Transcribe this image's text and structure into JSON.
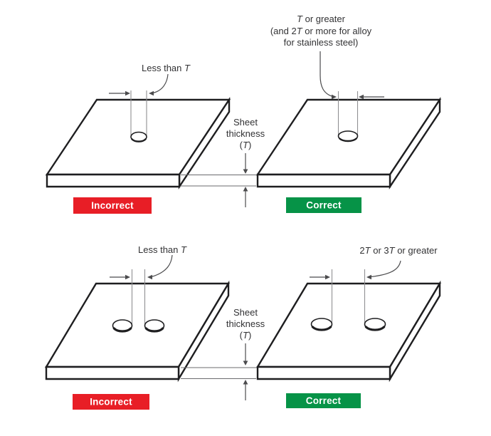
{
  "colors": {
    "incorrect_red": "#e81e26",
    "correct_green": "#069347",
    "text": "#323234"
  },
  "panels": {
    "top_incorrect": {
      "label_pre": "Less than ",
      "label_t": "T",
      "badge": "Incorrect"
    },
    "top_correct": {
      "line1_t": "T",
      "line1_rest": " or greater",
      "line2_pre": "(and 2",
      "line2_t": "T",
      "line2_rest": " or more for alloy",
      "line3": "for stainless steel)",
      "badge": "Correct"
    },
    "bottom_incorrect": {
      "label_pre": "Less than ",
      "label_t": "T",
      "badge": "Incorrect"
    },
    "bottom_correct": {
      "p1": "2",
      "t1": "T",
      "p2": " or 3",
      "t2": "T",
      "p3": " or greater",
      "badge": "Correct"
    }
  },
  "thickness_note": {
    "line1": "Sheet",
    "line2": "thickness",
    "line3_pre": "(",
    "line3_t": "T",
    "line3_post": ")"
  }
}
